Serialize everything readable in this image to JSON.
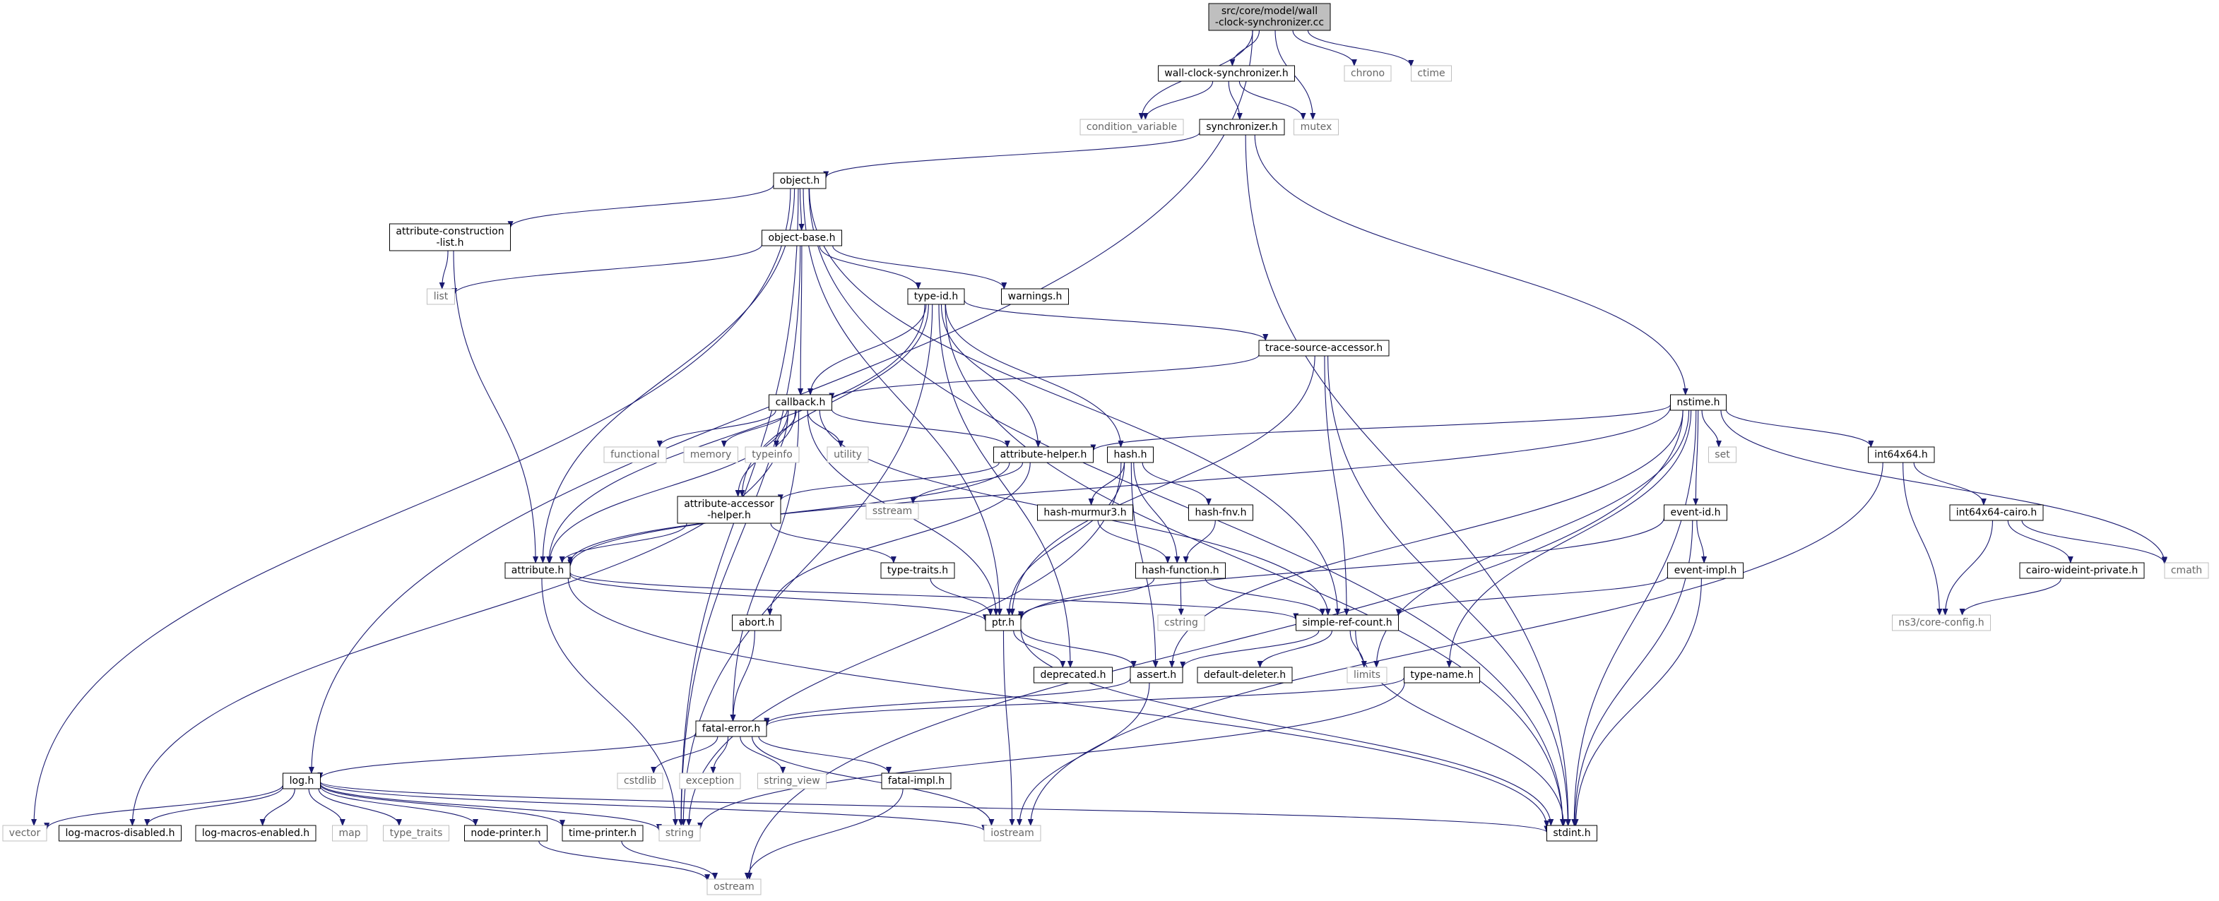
{
  "diagram": {
    "type": "include-dependency-graph",
    "edge_color": "#191970",
    "root_fill": "#bfbfbf",
    "node_fill": "#ffffff",
    "local_border": "#000000",
    "system_border": "#bfbfbf",
    "system_text": "#666666",
    "nodes": [
      {
        "id": "root",
        "lines": [
          "src/core/model/wall",
          "-clock-synchronizer.cc"
        ],
        "kind": "root"
      },
      {
        "id": "wcs_h",
        "lines": [
          "wall-clock-synchronizer.h"
        ],
        "kind": "local"
      },
      {
        "id": "chrono",
        "lines": [
          "chrono"
        ],
        "kind": "system"
      },
      {
        "id": "ctime",
        "lines": [
          "ctime"
        ],
        "kind": "system"
      },
      {
        "id": "condvar",
        "lines": [
          "condition_variable"
        ],
        "kind": "system"
      },
      {
        "id": "sync_h",
        "lines": [
          "synchronizer.h"
        ],
        "kind": "local"
      },
      {
        "id": "mutex",
        "lines": [
          "mutex"
        ],
        "kind": "system"
      },
      {
        "id": "object_h",
        "lines": [
          "object.h"
        ],
        "kind": "local"
      },
      {
        "id": "acl_h",
        "lines": [
          "attribute-construction",
          "-list.h"
        ],
        "kind": "local"
      },
      {
        "id": "objbase_h",
        "lines": [
          "object-base.h"
        ],
        "kind": "local"
      },
      {
        "id": "list",
        "lines": [
          "list"
        ],
        "kind": "system"
      },
      {
        "id": "typeid_h",
        "lines": [
          "type-id.h"
        ],
        "kind": "local"
      },
      {
        "id": "warnings_h",
        "lines": [
          "warnings.h"
        ],
        "kind": "local"
      },
      {
        "id": "tsa_h",
        "lines": [
          "trace-source-accessor.h"
        ],
        "kind": "local"
      },
      {
        "id": "nstime_h",
        "lines": [
          "nstime.h"
        ],
        "kind": "local"
      },
      {
        "id": "callback_h",
        "lines": [
          "callback.h"
        ],
        "kind": "local"
      },
      {
        "id": "functional",
        "lines": [
          "functional"
        ],
        "kind": "system"
      },
      {
        "id": "memory",
        "lines": [
          "memory"
        ],
        "kind": "system"
      },
      {
        "id": "typeinfo",
        "lines": [
          "typeinfo"
        ],
        "kind": "system"
      },
      {
        "id": "utility",
        "lines": [
          "utility"
        ],
        "kind": "system"
      },
      {
        "id": "ahelper_h",
        "lines": [
          "attribute-helper.h"
        ],
        "kind": "local"
      },
      {
        "id": "hash_h",
        "lines": [
          "hash.h"
        ],
        "kind": "local"
      },
      {
        "id": "set",
        "lines": [
          "set"
        ],
        "kind": "system"
      },
      {
        "id": "int64x64_h",
        "lines": [
          "int64x64.h"
        ],
        "kind": "local"
      },
      {
        "id": "aah_h",
        "lines": [
          "attribute-accessor",
          "-helper.h"
        ],
        "kind": "local"
      },
      {
        "id": "sstream",
        "lines": [
          "sstream"
        ],
        "kind": "system"
      },
      {
        "id": "murmur_h",
        "lines": [
          "hash-murmur3.h"
        ],
        "kind": "local"
      },
      {
        "id": "fnv_h",
        "lines": [
          "hash-fnv.h"
        ],
        "kind": "local"
      },
      {
        "id": "eventid_h",
        "lines": [
          "event-id.h"
        ],
        "kind": "local"
      },
      {
        "id": "cairo_h",
        "lines": [
          "int64x64-cairo.h"
        ],
        "kind": "local"
      },
      {
        "id": "attribute_h",
        "lines": [
          "attribute.h"
        ],
        "kind": "local"
      },
      {
        "id": "typetraits_h",
        "lines": [
          "type-traits.h"
        ],
        "kind": "local"
      },
      {
        "id": "hashfn_h",
        "lines": [
          "hash-function.h"
        ],
        "kind": "local"
      },
      {
        "id": "eventimpl_h",
        "lines": [
          "event-impl.h"
        ],
        "kind": "local"
      },
      {
        "id": "cwp_h",
        "lines": [
          "cairo-wideint-private.h"
        ],
        "kind": "local"
      },
      {
        "id": "cmath",
        "lines": [
          "cmath"
        ],
        "kind": "system"
      },
      {
        "id": "cstring",
        "lines": [
          "cstring"
        ],
        "kind": "system"
      },
      {
        "id": "coreconfig",
        "lines": [
          "ns3/core-config.h"
        ],
        "kind": "system"
      },
      {
        "id": "abort_h",
        "lines": [
          "abort.h"
        ],
        "kind": "local"
      },
      {
        "id": "ptr_h",
        "lines": [
          "ptr.h"
        ],
        "kind": "local"
      },
      {
        "id": "src_h",
        "lines": [
          "simple-ref-count.h"
        ],
        "kind": "local"
      },
      {
        "id": "deprecated_h",
        "lines": [
          "deprecated.h"
        ],
        "kind": "local"
      },
      {
        "id": "assert_h",
        "lines": [
          "assert.h"
        ],
        "kind": "local"
      },
      {
        "id": "defdel_h",
        "lines": [
          "default-deleter.h"
        ],
        "kind": "local"
      },
      {
        "id": "limits",
        "lines": [
          "limits"
        ],
        "kind": "system"
      },
      {
        "id": "typename_h",
        "lines": [
          "type-name.h"
        ],
        "kind": "local"
      },
      {
        "id": "fatalerr_h",
        "lines": [
          "fatal-error.h"
        ],
        "kind": "local"
      },
      {
        "id": "log_h",
        "lines": [
          "log.h"
        ],
        "kind": "local"
      },
      {
        "id": "cstdlib",
        "lines": [
          "cstdlib"
        ],
        "kind": "system"
      },
      {
        "id": "exception",
        "lines": [
          "exception"
        ],
        "kind": "system"
      },
      {
        "id": "string_view",
        "lines": [
          "string_view"
        ],
        "kind": "system"
      },
      {
        "id": "fatalimpl_h",
        "lines": [
          "fatal-impl.h"
        ],
        "kind": "local"
      },
      {
        "id": "vector",
        "lines": [
          "vector"
        ],
        "kind": "system"
      },
      {
        "id": "lmd_h",
        "lines": [
          "log-macros-disabled.h"
        ],
        "kind": "local"
      },
      {
        "id": "lme_h",
        "lines": [
          "log-macros-enabled.h"
        ],
        "kind": "local"
      },
      {
        "id": "map",
        "lines": [
          "map"
        ],
        "kind": "system"
      },
      {
        "id": "type_traits",
        "lines": [
          "type_traits"
        ],
        "kind": "system"
      },
      {
        "id": "nodeprinter_h",
        "lines": [
          "node-printer.h"
        ],
        "kind": "local"
      },
      {
        "id": "timeprinter_h",
        "lines": [
          "time-printer.h"
        ],
        "kind": "local"
      },
      {
        "id": "string",
        "lines": [
          "string"
        ],
        "kind": "system"
      },
      {
        "id": "iostream",
        "lines": [
          "iostream"
        ],
        "kind": "system"
      },
      {
        "id": "stdint_h",
        "lines": [
          "stdint.h"
        ],
        "kind": "local"
      },
      {
        "id": "ostream",
        "lines": [
          "ostream"
        ],
        "kind": "system"
      }
    ],
    "edges": [
      [
        "root",
        "wcs_h"
      ],
      [
        "root",
        "chrono"
      ],
      [
        "root",
        "ctime"
      ],
      [
        "root",
        "condvar"
      ],
      [
        "root",
        "mutex"
      ],
      [
        "root",
        "log_h"
      ],
      [
        "wcs_h",
        "condvar"
      ],
      [
        "wcs_h",
        "sync_h"
      ],
      [
        "wcs_h",
        "mutex"
      ],
      [
        "sync_h",
        "object_h"
      ],
      [
        "sync_h",
        "nstime_h"
      ],
      [
        "sync_h",
        "stdint_h"
      ],
      [
        "object_h",
        "acl_h"
      ],
      [
        "object_h",
        "objbase_h"
      ],
      [
        "object_h",
        "attribute_h"
      ],
      [
        "object_h",
        "ptr_h"
      ],
      [
        "object_h",
        "src_h"
      ],
      [
        "object_h",
        "stdint_h"
      ],
      [
        "object_h",
        "string"
      ],
      [
        "object_h",
        "vector"
      ],
      [
        "acl_h",
        "attribute_h"
      ],
      [
        "acl_h",
        "list"
      ],
      [
        "objbase_h",
        "callback_h"
      ],
      [
        "objbase_h",
        "list"
      ],
      [
        "objbase_h",
        "string"
      ],
      [
        "objbase_h",
        "typeid_h"
      ],
      [
        "objbase_h",
        "warnings_h"
      ],
      [
        "typeid_h",
        "attribute_h"
      ],
      [
        "typeid_h",
        "ahelper_h"
      ],
      [
        "typeid_h",
        "aah_h"
      ],
      [
        "typeid_h",
        "callback_h"
      ],
      [
        "typeid_h",
        "deprecated_h"
      ],
      [
        "typeid_h",
        "hash_h"
      ],
      [
        "typeid_h",
        "tsa_h"
      ],
      [
        "typeid_h",
        "stdint_h"
      ],
      [
        "typeid_h",
        "string"
      ],
      [
        "tsa_h",
        "callback_h"
      ],
      [
        "tsa_h",
        "ptr_h"
      ],
      [
        "tsa_h",
        "src_h"
      ],
      [
        "tsa_h",
        "stdint_h"
      ],
      [
        "callback_h",
        "attribute_h"
      ],
      [
        "callback_h",
        "ahelper_h"
      ],
      [
        "callback_h",
        "fatalerr_h"
      ],
      [
        "callback_h",
        "ptr_h"
      ],
      [
        "callback_h",
        "src_h"
      ],
      [
        "callback_h",
        "functional"
      ],
      [
        "callback_h",
        "memory"
      ],
      [
        "callback_h",
        "typeinfo"
      ],
      [
        "callback_h",
        "utility"
      ],
      [
        "callback_h",
        "lmd_h"
      ],
      [
        "callback_h",
        "aah_h"
      ],
      [
        "ahelper_h",
        "abort_h"
      ],
      [
        "ahelper_h",
        "aah_h"
      ],
      [
        "ahelper_h",
        "attribute_h"
      ],
      [
        "ahelper_h",
        "sstream"
      ],
      [
        "aah_h",
        "attribute_h"
      ],
      [
        "aah_h",
        "typetraits_h"
      ],
      [
        "attribute_h",
        "ptr_h"
      ],
      [
        "attribute_h",
        "src_h"
      ],
      [
        "attribute_h",
        "string"
      ],
      [
        "attribute_h",
        "stdint_h"
      ],
      [
        "typetraits_h",
        "ptr_h"
      ],
      [
        "hash_h",
        "murmur_h"
      ],
      [
        "hash_h",
        "fnv_h"
      ],
      [
        "hash_h",
        "hashfn_h"
      ],
      [
        "hash_h",
        "ptr_h"
      ],
      [
        "hash_h",
        "assert_h"
      ],
      [
        "hash_h",
        "string"
      ],
      [
        "murmur_h",
        "hashfn_h"
      ],
      [
        "fnv_h",
        "hashfn_h"
      ],
      [
        "hashfn_h",
        "ptr_h"
      ],
      [
        "hashfn_h",
        "cstring"
      ],
      [
        "hashfn_h",
        "src_h"
      ],
      [
        "nstime_h",
        "ahelper_h"
      ],
      [
        "nstime_h",
        "attribute_h"
      ],
      [
        "nstime_h",
        "eventid_h"
      ],
      [
        "nstime_h",
        "int64x64_h"
      ],
      [
        "nstime_h",
        "typename_h"
      ],
      [
        "nstime_h",
        "cmath"
      ],
      [
        "nstime_h",
        "limits"
      ],
      [
        "nstime_h",
        "ostream"
      ],
      [
        "nstime_h",
        "set"
      ],
      [
        "nstime_h",
        "stdint_h"
      ],
      [
        "nstime_h",
        "assert_h"
      ],
      [
        "int64x64_h",
        "cairo_h"
      ],
      [
        "int64x64_h",
        "coreconfig"
      ],
      [
        "int64x64_h",
        "iostream"
      ],
      [
        "cairo_h",
        "cwp_h"
      ],
      [
        "cairo_h",
        "cmath"
      ],
      [
        "cairo_h",
        "coreconfig"
      ],
      [
        "cwp_h",
        "coreconfig"
      ],
      [
        "eventid_h",
        "eventimpl_h"
      ],
      [
        "eventid_h",
        "ptr_h"
      ],
      [
        "eventid_h",
        "stdint_h"
      ],
      [
        "eventimpl_h",
        "src_h"
      ],
      [
        "eventimpl_h",
        "stdint_h"
      ],
      [
        "abort_h",
        "fatalerr_h"
      ],
      [
        "ptr_h",
        "deprecated_h"
      ],
      [
        "ptr_h",
        "assert_h"
      ],
      [
        "ptr_h",
        "iostream"
      ],
      [
        "ptr_h",
        "stdint_h"
      ],
      [
        "src_h",
        "assert_h"
      ],
      [
        "src_h",
        "defdel_h"
      ],
      [
        "src_h",
        "limits"
      ],
      [
        "src_h",
        "stdint_h"
      ],
      [
        "assert_h",
        "fatalerr_h"
      ],
      [
        "assert_h",
        "iostream"
      ],
      [
        "typename_h",
        "fatalerr_h"
      ],
      [
        "typename_h",
        "string"
      ],
      [
        "fatalerr_h",
        "log_h"
      ],
      [
        "fatalerr_h",
        "cstdlib"
      ],
      [
        "fatalerr_h",
        "exception"
      ],
      [
        "fatalerr_h",
        "string_view"
      ],
      [
        "fatalerr_h",
        "fatalimpl_h"
      ],
      [
        "fatalerr_h",
        "iostream"
      ],
      [
        "fatalimpl_h",
        "ostream"
      ],
      [
        "log_h",
        "vector"
      ],
      [
        "log_h",
        "lmd_h"
      ],
      [
        "log_h",
        "lme_h"
      ],
      [
        "log_h",
        "map"
      ],
      [
        "log_h",
        "type_traits"
      ],
      [
        "log_h",
        "nodeprinter_h"
      ],
      [
        "log_h",
        "timeprinter_h"
      ],
      [
        "log_h",
        "string"
      ],
      [
        "log_h",
        "iostream"
      ],
      [
        "log_h",
        "stdint_h"
      ],
      [
        "nodeprinter_h",
        "ostream"
      ],
      [
        "timeprinter_h",
        "ostream"
      ]
    ]
  }
}
